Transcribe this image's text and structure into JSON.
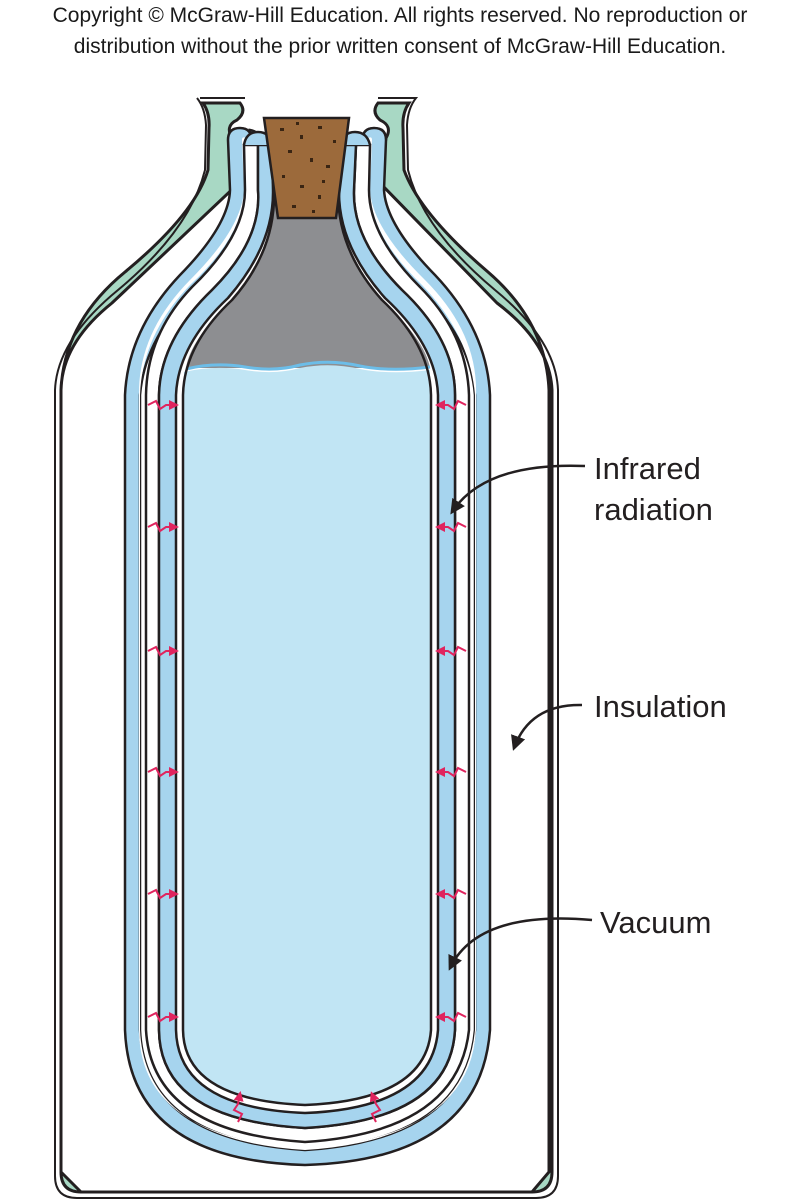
{
  "copyright": {
    "line1": "Copyright © McGraw-Hill Education.  All rights reserved. No reproduction or",
    "line2": "distribution without the prior written consent of McGraw-Hill Education."
  },
  "labels": {
    "infrared_line1": "Infrared",
    "infrared_line2": "radiation",
    "insulation": "Insulation",
    "vacuum": "Vacuum"
  },
  "colors": {
    "insulation": "#a8d8c4",
    "glass": "#a6d4ee",
    "liquid": "#c1e5f4",
    "air_gap": "#8d8e91",
    "cork": "#9c6a3b",
    "radiation_arrows": "#e0245e",
    "outline": "#231f20"
  }
}
